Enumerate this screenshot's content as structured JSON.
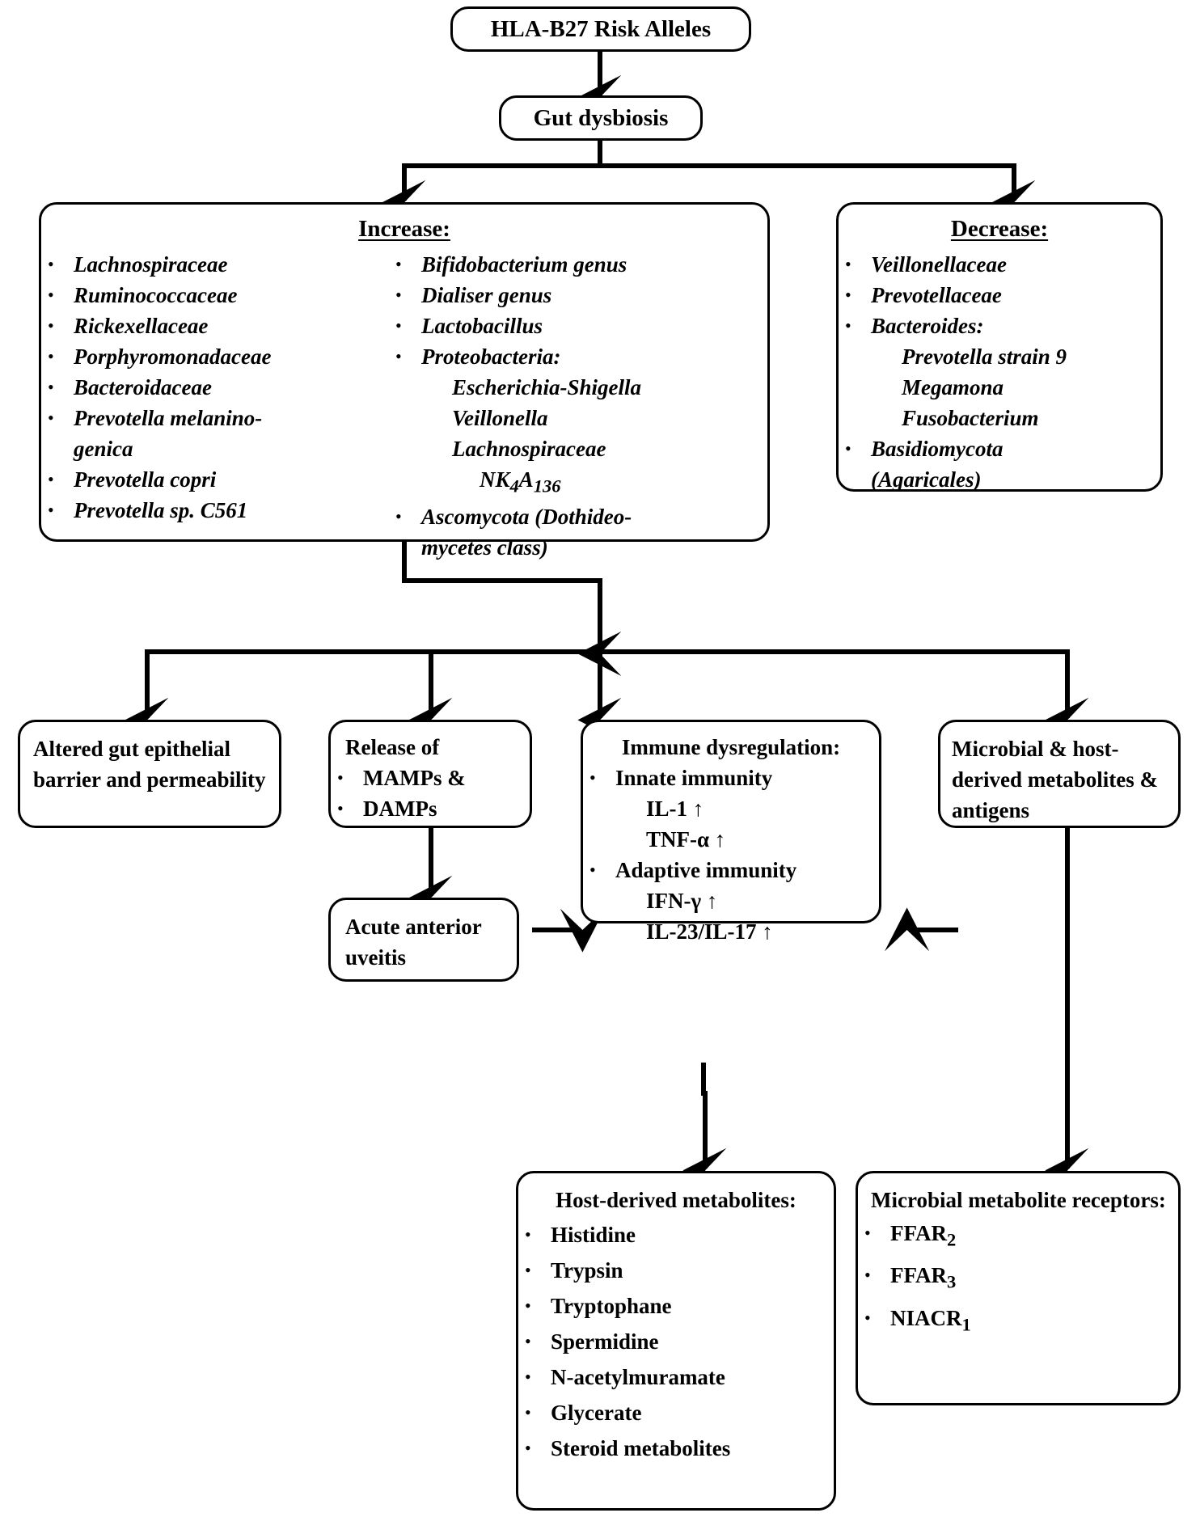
{
  "diagram": {
    "title": "HLA-B27 risk alleles, gut dysbiosis and immune dysregulation pathway"
  },
  "nodes": {
    "hla": {
      "label": "HLA-B27 Risk Alleles"
    },
    "dysbiosis": {
      "label": "Gut dysbiosis"
    },
    "increase": {
      "title": "Increase:",
      "column_left": [
        {
          "text": "Lachnospiraceae",
          "bullet": true,
          "italic": true,
          "indent": 0
        },
        {
          "text": "Ruminococcaceae",
          "bullet": true,
          "italic": true,
          "indent": 0
        },
        {
          "text": "Rickexellaceae",
          "bullet": true,
          "italic": true,
          "indent": 0
        },
        {
          "text": "Porphyromonadaceae",
          "bullet": true,
          "italic": true,
          "indent": 0
        },
        {
          "text": "Bacteroidaceae",
          "bullet": true,
          "italic": true,
          "indent": 0
        },
        {
          "text": "Prevotella melanino-",
          "bullet": true,
          "italic": true,
          "indent": 0
        },
        {
          "text": "genica",
          "bullet": false,
          "italic": true,
          "indent": 0
        },
        {
          "text": "Prevotella copri",
          "bullet": true,
          "italic": true,
          "indent": 0
        },
        {
          "text": "Prevotella sp. C561",
          "bullet": true,
          "italic": true,
          "indent": 0
        }
      ],
      "column_right": [
        {
          "text": "Bifidobacterium genus",
          "bullet": true,
          "italic": true,
          "indent": 0
        },
        {
          "text": "Dialiser genus",
          "bullet": true,
          "italic": true,
          "indent": 0
        },
        {
          "text": "Lactobacillus",
          "bullet": true,
          "italic": true,
          "indent": 0
        },
        {
          "text": "Proteobacteria:",
          "bullet": true,
          "italic": true,
          "indent": 0
        },
        {
          "text": "Escherichia-Shigella",
          "bullet": false,
          "italic": true,
          "indent": 1
        },
        {
          "text": "Veillonella",
          "bullet": false,
          "italic": true,
          "indent": 1
        },
        {
          "text": "Lachnospiraceae",
          "bullet": false,
          "italic": true,
          "indent": 1
        },
        {
          "text": "NK4A136",
          "bullet": false,
          "italic": true,
          "indent": 2,
          "subscripts": [
            [
              2,
              3
            ],
            [
              4,
              7
            ]
          ]
        },
        {
          "text": "Ascomycota (Dothideo-",
          "bullet": true,
          "italic": true,
          "indent": 0
        },
        {
          "text": "mycetes class)",
          "bullet": false,
          "italic": true,
          "indent": 0
        }
      ]
    },
    "decrease": {
      "title": "Decrease:",
      "items": [
        {
          "text": "Veillonellaceae",
          "bullet": true,
          "italic": true,
          "indent": 0
        },
        {
          "text": "Prevotellaceae",
          "bullet": true,
          "italic": true,
          "indent": 0
        },
        {
          "text": "Bacteroides:",
          "bullet": true,
          "italic": true,
          "indent": 0
        },
        {
          "text": "Prevotella strain 9",
          "bullet": false,
          "italic": true,
          "indent": 1
        },
        {
          "text": "Megamona",
          "bullet": false,
          "italic": true,
          "indent": 1
        },
        {
          "text": "Fusobacterium",
          "bullet": false,
          "italic": true,
          "indent": 1
        },
        {
          "text": "Basidiomycota",
          "bullet": true,
          "italic": true,
          "indent": 0
        },
        {
          "text": "(Agaricales)",
          "bullet": false,
          "italic": true,
          "indent": 0
        }
      ]
    },
    "barrier": {
      "label": "Altered gut epithelial barrier and permeability"
    },
    "release": {
      "title": "Release of",
      "items": [
        {
          "text": "MAMPs &",
          "bullet": true
        },
        {
          "text": "DAMPs",
          "bullet": true
        }
      ]
    },
    "uveitis": {
      "label": "Acute anterior uveitis"
    },
    "immune": {
      "title": "Immune dysregulation:",
      "items": [
        {
          "text": "Innate immunity",
          "bullet": true,
          "indent": 0
        },
        {
          "text": "IL-1 ↑",
          "bullet": false,
          "indent": 1
        },
        {
          "text": "TNF-α ↑",
          "bullet": false,
          "indent": 1
        },
        {
          "text": "Adaptive immunity",
          "bullet": true,
          "indent": 0
        },
        {
          "text": "IFN-γ ↑",
          "bullet": false,
          "indent": 1
        },
        {
          "text": "IL-23/IL-17 ↑",
          "bullet": false,
          "indent": 1
        }
      ]
    },
    "metabolites_antigens": {
      "label": "Microbial & host-derived metabolites & antigens"
    },
    "host_metabolites": {
      "title": "Host-derived metabolites:",
      "items": [
        {
          "text": "Histidine"
        },
        {
          "text": "Trypsin"
        },
        {
          "text": "Tryptophane"
        },
        {
          "text": "Spermidine"
        },
        {
          "text": "N-acetylmuramate"
        },
        {
          "text": "Glycerate"
        },
        {
          "text": "Steroid metabolites"
        }
      ]
    },
    "receptors": {
      "title": "Microbial metabolite receptors:",
      "items": [
        {
          "text": "FFAR",
          "subscript": "2"
        },
        {
          "text": "FFAR",
          "subscript": "3"
        },
        {
          "text": "NIACR",
          "subscript": "1"
        }
      ]
    }
  },
  "colors": {
    "stroke": "#000000",
    "background": "#ffffff"
  }
}
